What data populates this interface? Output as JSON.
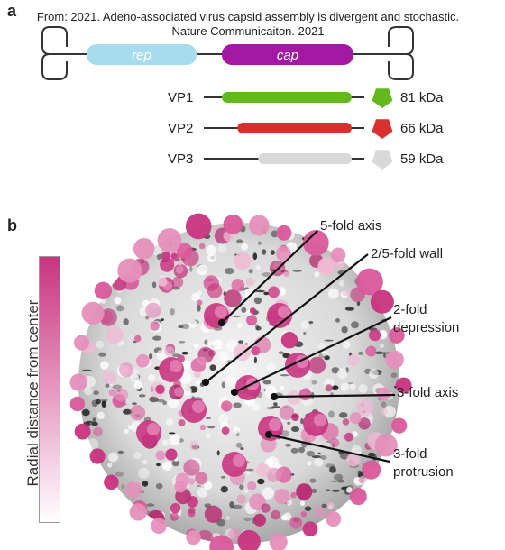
{
  "panel_a": {
    "letter": "a",
    "caption": "From: 2021. Adeno-associated virus capsid assembly is divergent and stochastic. Nature Communicaiton. 2021",
    "genome": {
      "rep_label": "rep",
      "cap_label": "cap",
      "rep_color": "#a6dcec",
      "cap_color": "#a319a3"
    },
    "proteins": [
      {
        "name": "VP1",
        "weight": "81 kDa",
        "color": "#63b81e",
        "start_fraction": 0.0
      },
      {
        "name": "VP2",
        "weight": "66 kDa",
        "color": "#d8302c",
        "start_fraction": 0.12
      },
      {
        "name": "VP3",
        "weight": "59 kDa",
        "color": "#d9d9d9",
        "start_fraction": 0.28
      }
    ]
  },
  "panel_b": {
    "letter": "b",
    "colorbar_label": "Radial distance from center",
    "colorbar_colors": [
      "#c8347f",
      "#ffffff"
    ],
    "annotations": [
      {
        "lines": [
          "5-fold axis"
        ]
      },
      {
        "lines": [
          "2/5-fold wall"
        ]
      },
      {
        "lines": [
          "2-fold",
          "depression"
        ]
      },
      {
        "lines": [
          "3-fold axis"
        ]
      },
      {
        "lines": [
          "3-fold",
          "protrusion"
        ]
      }
    ]
  }
}
